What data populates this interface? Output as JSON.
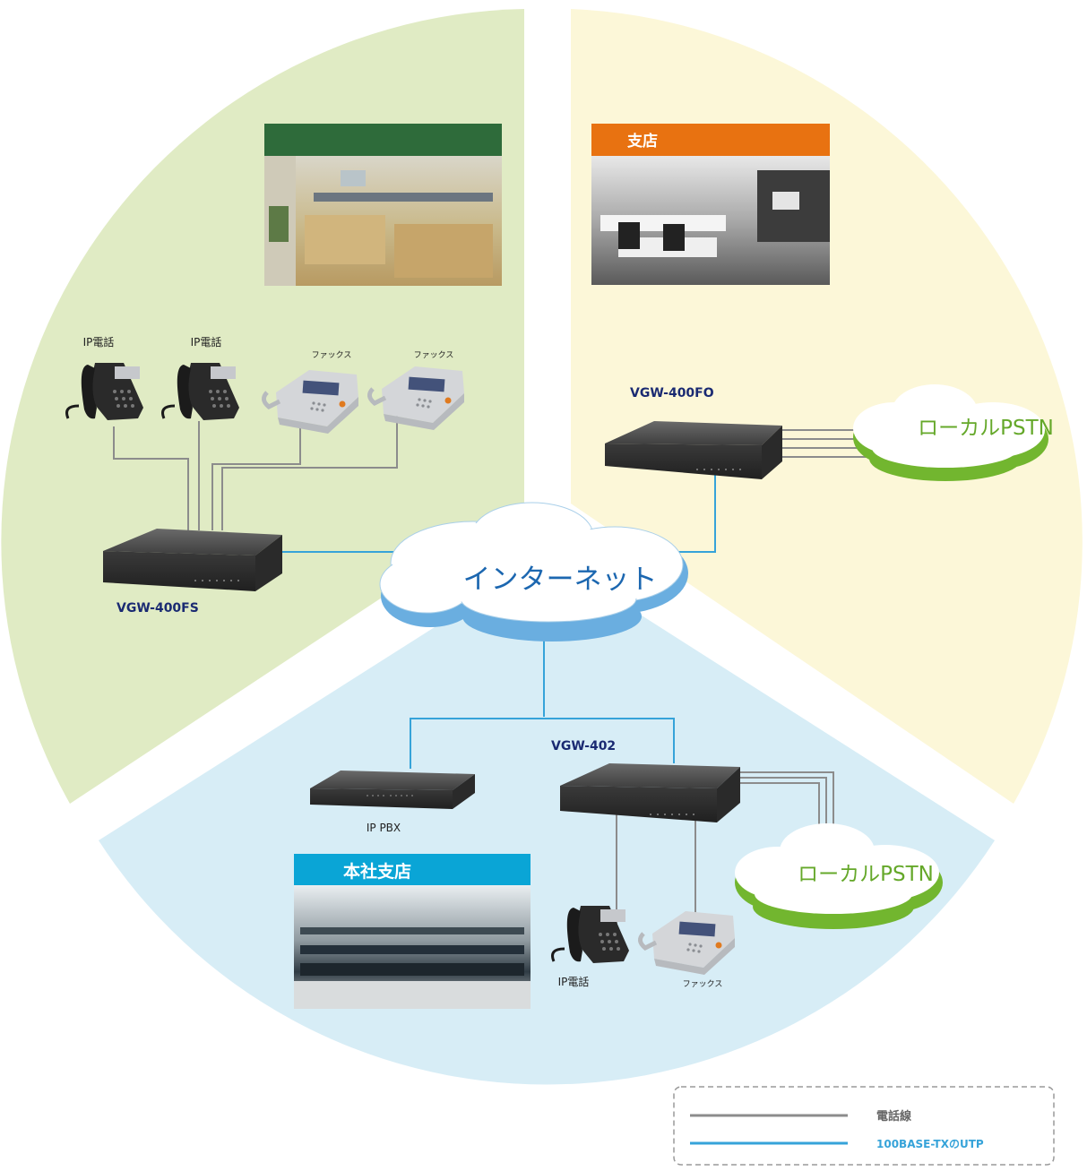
{
  "sites": {
    "left": {
      "title": ""
    },
    "right": {
      "title": "支店"
    },
    "bottom": {
      "title": "本社支店"
    }
  },
  "devices": {
    "left_gateway": "VGW-400FS",
    "right_gateway": "VGW-400FO",
    "bottom_gateway": "VGW-402",
    "ip_pbx": "IP PBX"
  },
  "endpoints": {
    "ip_phone": "IP電話",
    "fax": "ファックス"
  },
  "clouds": {
    "internet": "インターネット",
    "pstn": "ローカルPSTN"
  },
  "legend": {
    "phone_line": "電話線",
    "utp": "100BASE-TXのUTP"
  },
  "colors": {
    "left_sector": "#e0ebc4",
    "right_sector": "#fcf7d8",
    "bottom_sector": "#d7edf6",
    "left_header": "#2e6b3a",
    "right_header": "#e87211",
    "bottom_header": "#0aa5d6",
    "utp_line": "#36a3d9",
    "phone_line": "#8c8c8c",
    "internet_text": "#1c67b0",
    "pstn_text": "#65a82a",
    "device_label": "#1a2a72"
  }
}
